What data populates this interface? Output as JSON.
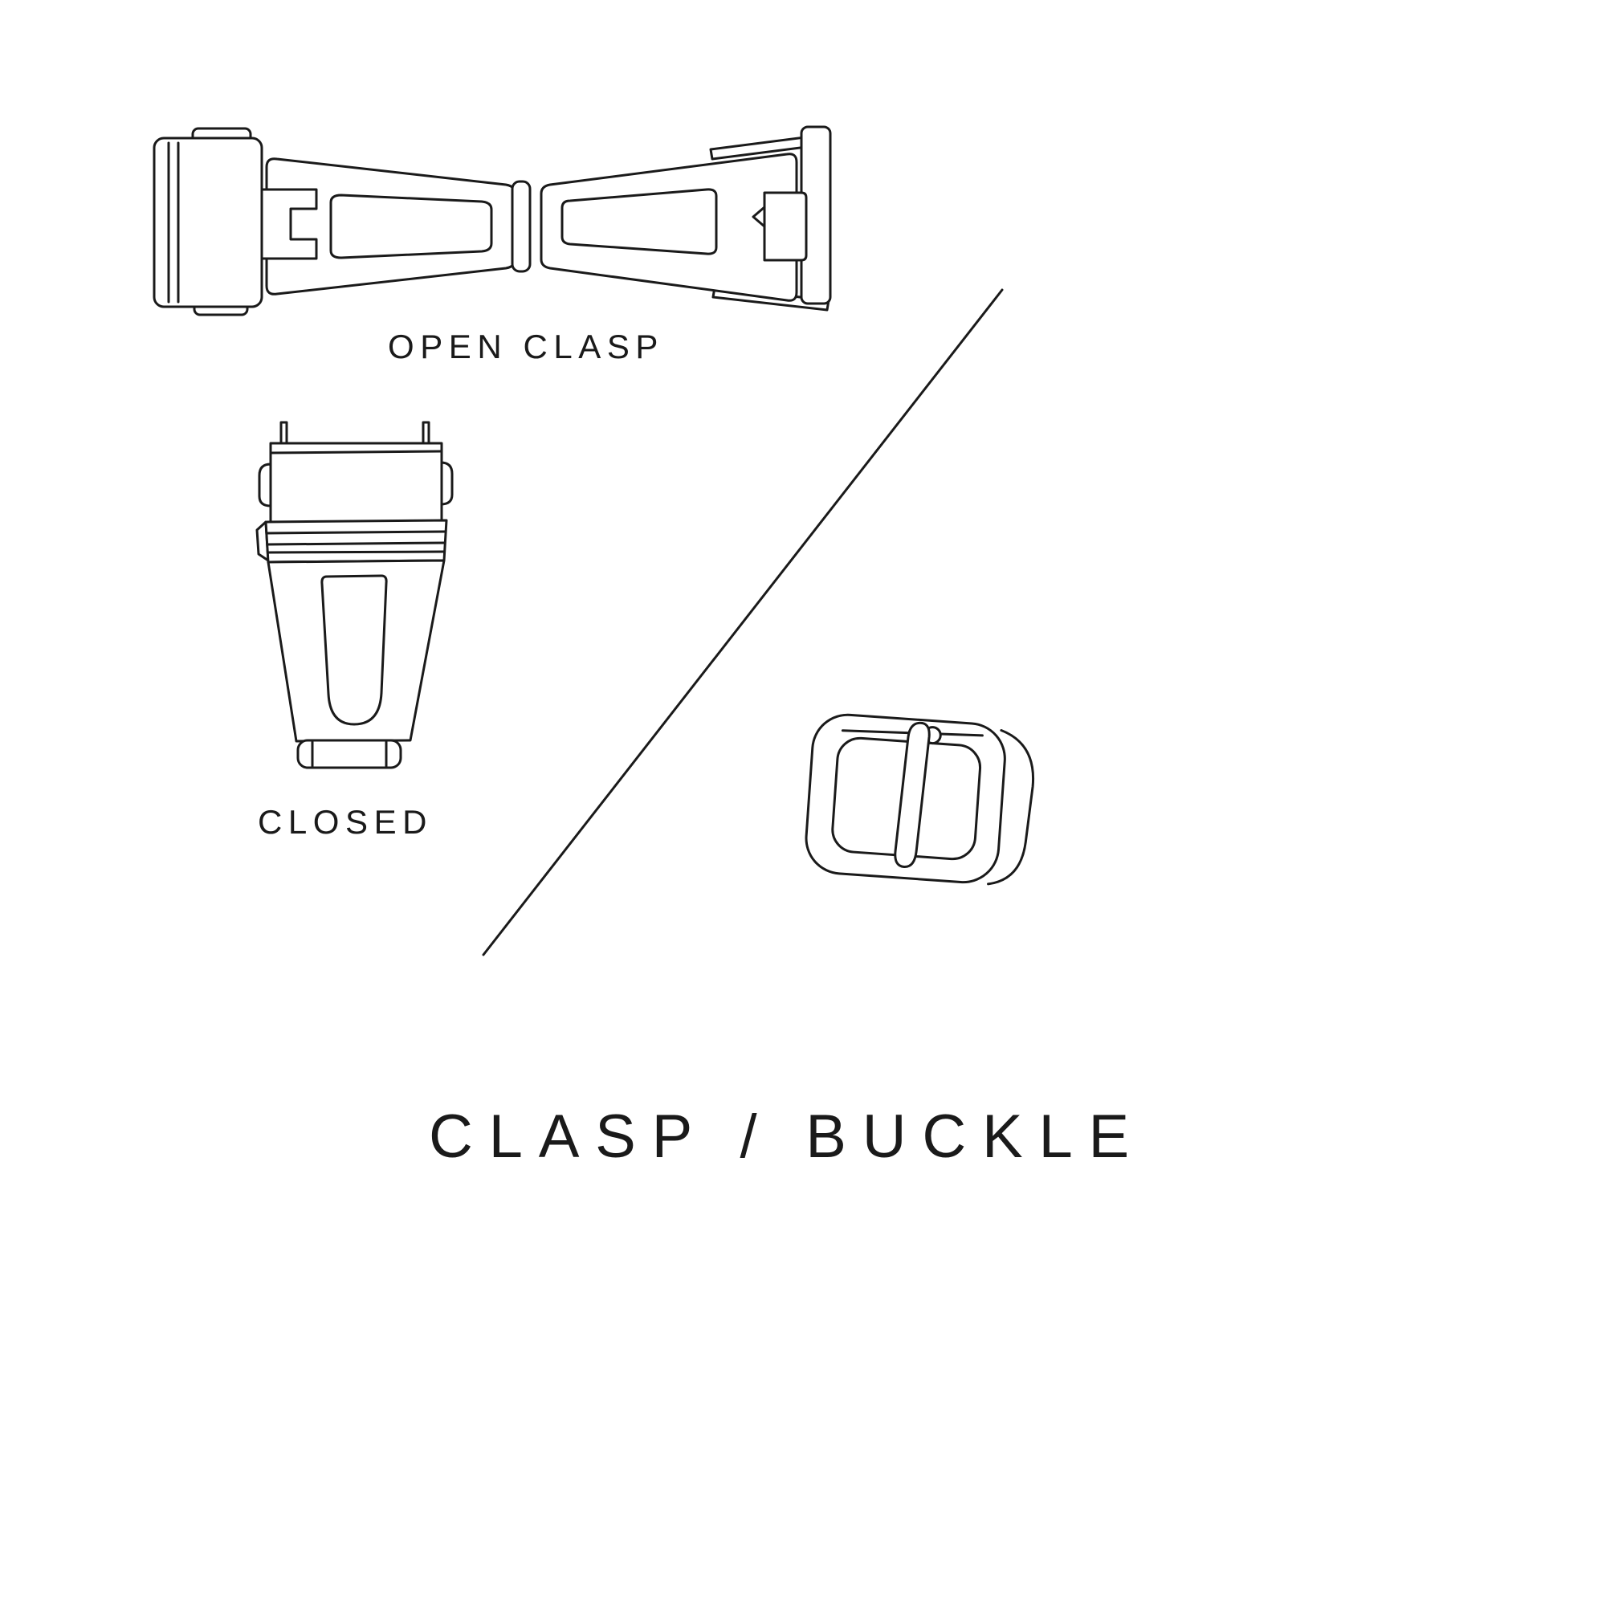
{
  "page": {
    "background": "#ffffff",
    "ink_color": "#1a1a1a"
  },
  "labels": {
    "open_clasp": "OPEN CLASP",
    "closed": "CLOSED"
  },
  "title": "CLASP / BUCKLE",
  "illustrations": [
    {
      "name": "open-clasp-illustration",
      "caption": "OPEN CLASP"
    },
    {
      "name": "closed-clasp-illustration",
      "caption": "CLOSED"
    },
    {
      "name": "buckle-illustration",
      "caption": ""
    }
  ]
}
